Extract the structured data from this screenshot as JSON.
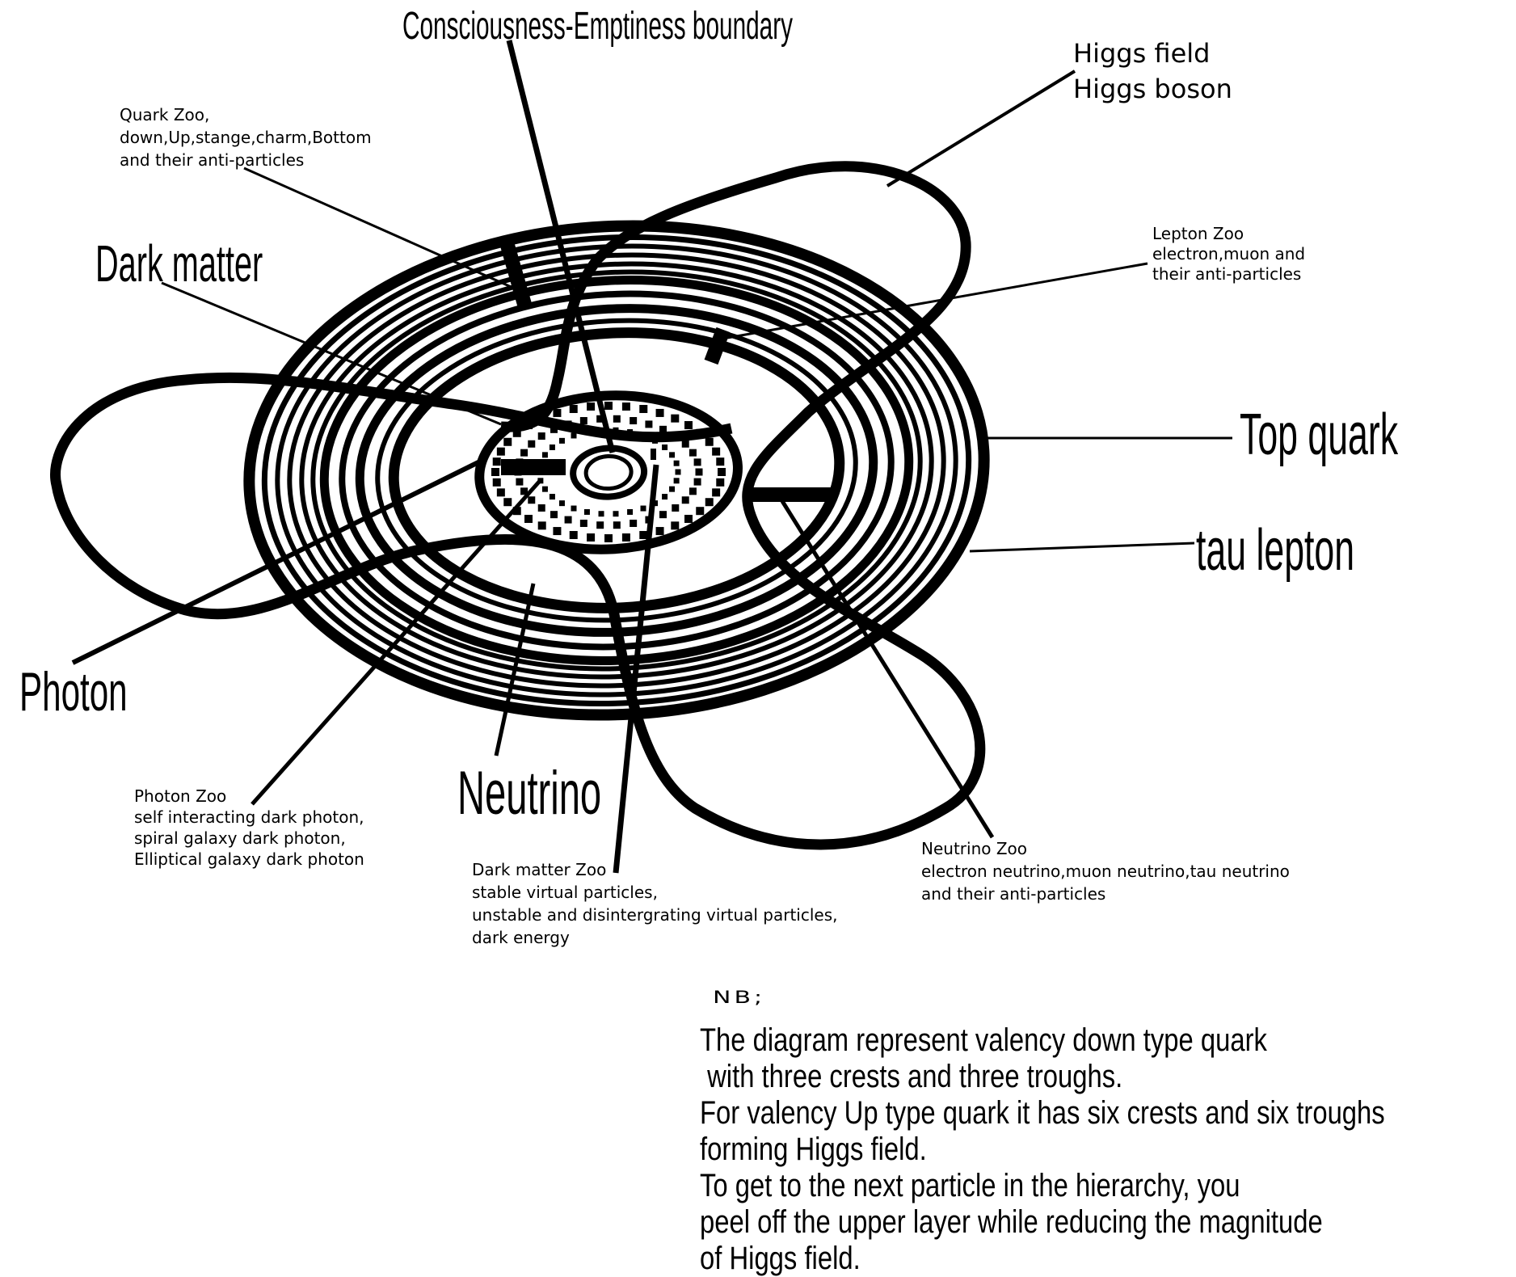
{
  "diagram": {
    "title": "Valency down type quark structure",
    "ring_color": "#000000",
    "background": "#ffffff",
    "crests": 3,
    "troughs": 3
  },
  "labels": {
    "consciousness": "Consciousness-Emptiness boundary",
    "quark_zoo": "Quark Zoo,\ndown,Up,stange,charm,Bottom\nand their anti-particles",
    "higgs": "Higgs field\nHiggs boson",
    "dark_matter": "Dark matter",
    "lepton_zoo": "Lepton Zoo\nelectron,muon and\ntheir anti-particles",
    "top_quark": "Top quark",
    "tau_lepton": "tau lepton",
    "photon": "Photon",
    "photon_zoo": "Photon Zoo\nself interacting dark photon,\nspiral galaxy dark photon,\nElliptical galaxy dark photon",
    "neutrino": "Neutrino",
    "dark_matter_zoo": "Dark matter Zoo\nstable virtual particles,\nunstable and disintergrating virtual particles,\ndark energy",
    "neutrino_zoo": "Neutrino Zoo\nelectron neutrino,muon neutrino,tau neutrino\nand their anti-particles"
  },
  "note": {
    "title": "NB;",
    "body": "The diagram represent valency down type quark\n with three crests and three troughs.\nFor valency Up type quark it has six crests and six troughs\nforming Higgs field.\nTo get to the next particle in the hierarchy, you\npeel off the upper layer while reducing the magnitude\nof Higgs field."
  }
}
